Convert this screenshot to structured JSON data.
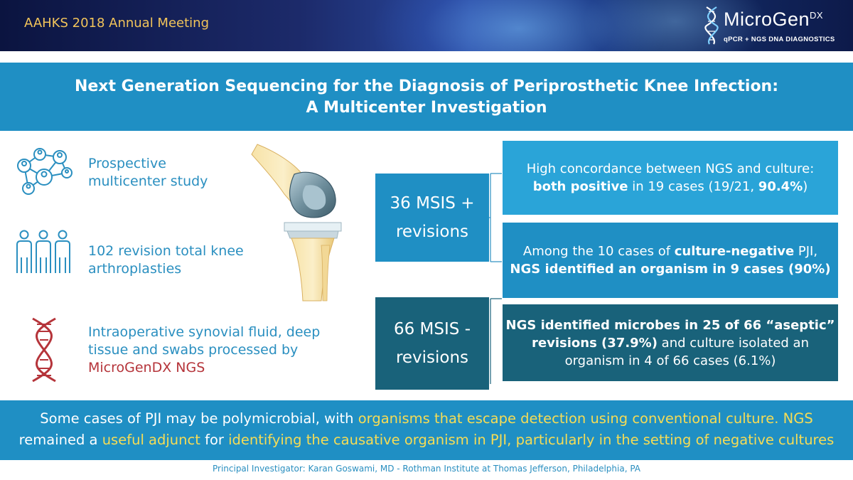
{
  "header": {
    "meeting": "AAHKS 2018 Annual Meeting",
    "logo_name": "MicroGen",
    "logo_suffix": "DX",
    "logo_tagline": "qPCR + NGS DNA DIAGNOSTICS"
  },
  "title": {
    "line1": "Next Generation Sequencing for the Diagnosis of Periprosthetic Knee Infection:",
    "line2": "A Multicenter Investigation"
  },
  "left_items": [
    {
      "icon": "network-people-icon",
      "line1": "Prospective",
      "line2": "multicenter study"
    },
    {
      "icon": "people-group-icon",
      "line1": "102 revision total knee",
      "line2": "arthroplasties"
    },
    {
      "icon": "dna-helix-icon",
      "line1": "Intraoperative synovial fluid, deep",
      "line2": "tissue and swabs processed by",
      "line3": "MicroGenDX NGS"
    }
  ],
  "msis_positive": {
    "line1": "36 MSIS +",
    "line2": "revisions"
  },
  "msis_negative": {
    "line1": "66 MSIS -",
    "line2": "revisions"
  },
  "finding1": {
    "a": "High concordance between NGS and culture:",
    "b1": "both positive",
    "b2": " in 19 cases (19/21, ",
    "b3": "90.4%",
    "b4": ")"
  },
  "finding2": {
    "a1": "Among the 10 cases of ",
    "a2": "culture-negative",
    "a3": " PJI,",
    "b": "NGS identified an organism in 9 cases (90%)"
  },
  "finding3": {
    "a": "NGS identified microbes in 25 of 66 “aseptic”",
    "b1": "revisions (37.9%)",
    "b2": " and culture isolated an",
    "c": "organism in 4 of 66 cases (6.1%)"
  },
  "conclusion": {
    "p1": "Some cases of PJI may be polymicrobial, with ",
    "p2": "organisms that escape detection using conventional culture. NGS",
    "p3": "remained a ",
    "p4": "useful adjunct",
    "p5": " for ",
    "p6": "identifying the causative organism in PJI, particularly in the setting of negative cultures"
  },
  "footer": "Principal Investigator: Karan Goswami, MD - Rothman Institute at Thomas Jefferson, Philadelphia, PA",
  "colors": {
    "primary_blue": "#1f8fc4",
    "light_blue": "#2aa4d8",
    "dark_teal": "#19627a",
    "highlight_yellow": "#f6dc55",
    "accent_red": "#b5343a",
    "meeting_gold": "#f2c45a"
  }
}
